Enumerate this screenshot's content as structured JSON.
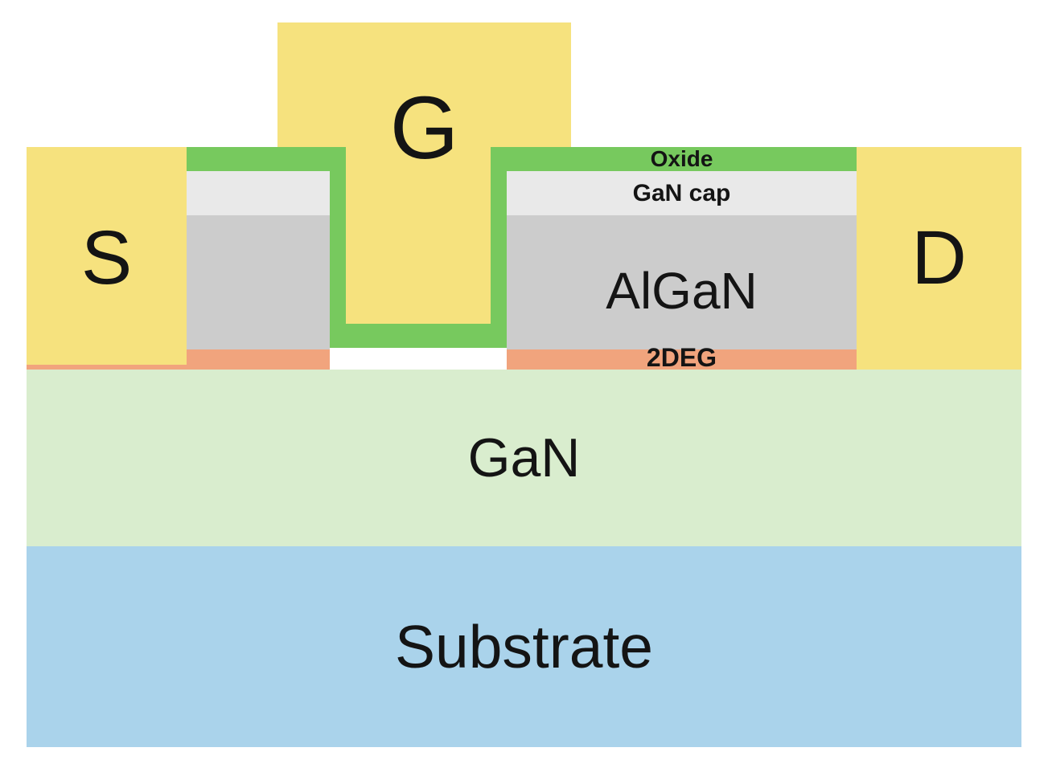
{
  "figure": {
    "labels": {
      "gate": "G",
      "source": "S",
      "drain": "D",
      "oxide": "Oxide",
      "gan_cap": "GaN cap",
      "algan": "AlGaN",
      "two_deg": "2DEG",
      "gan": "GaN",
      "substrate": "Substrate"
    },
    "colors": {
      "metal_contact": "#f6e27e",
      "oxide": "#77c95e",
      "gan_cap": "#e9e9e9",
      "algan": "#cccccc",
      "two_deg": "#f1a47d",
      "gan": "#d9edce",
      "substrate": "#aad3eb",
      "background": "#ffffff",
      "text": "#141414"
    }
  }
}
